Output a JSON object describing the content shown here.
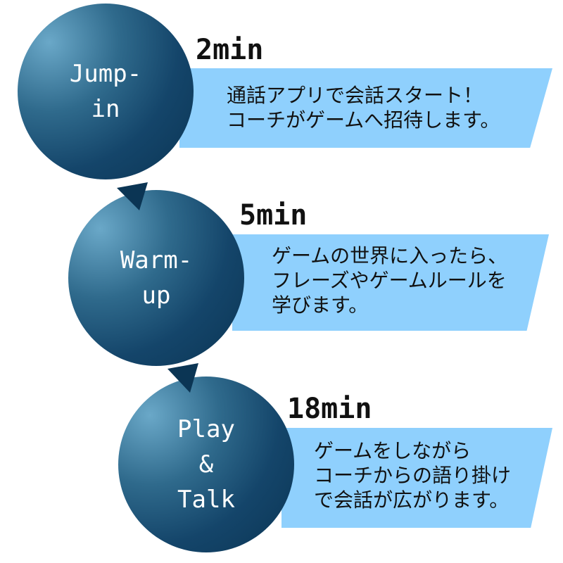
{
  "steps": [
    {
      "label_lines": [
        "Jump-",
        "in"
      ],
      "duration": "2min",
      "description_lines": [
        "通話アプリで会話スタート！",
        "コーチがゲームへ招待します。"
      ]
    },
    {
      "label_lines": [
        "Warm-",
        "up"
      ],
      "duration": "5min",
      "description_lines": [
        "ゲームの世界に入ったら、",
        "フレーズやゲームルールを",
        "学びます。"
      ]
    },
    {
      "label_lines": [
        "Play",
        "&",
        "Talk"
      ],
      "duration": "18min",
      "description_lines": [
        "ゲームをしながら",
        "コーチからの語り掛け",
        "で会話が広がります。"
      ]
    }
  ],
  "colors": {
    "circle": "#14456a",
    "banner": "#8fd0fd",
    "arrow": "#0b3554"
  }
}
